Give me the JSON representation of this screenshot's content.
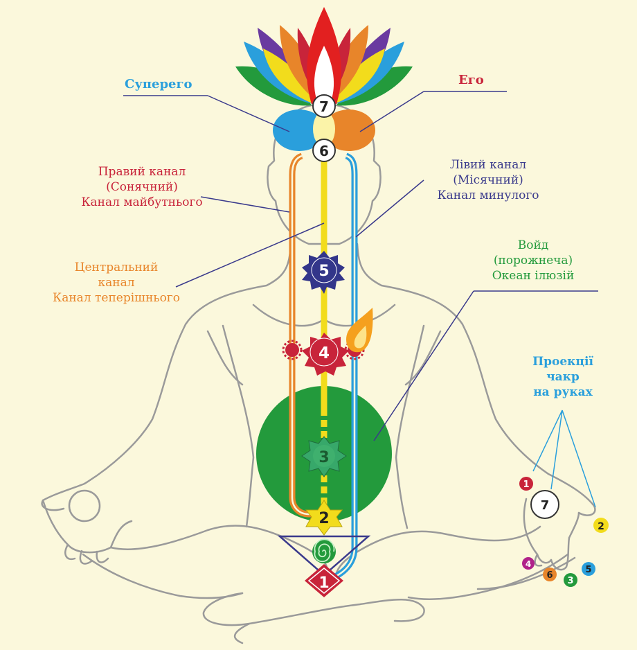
{
  "labels": {
    "superego": "Суперего",
    "ego": "Его",
    "right_channel": [
      "Правий канал",
      "(Сонячний)",
      "Канал майбутнього"
    ],
    "left_channel": [
      "Лівий канал",
      "(Місячний)",
      "Канал минулого"
    ],
    "central_channel": [
      "Центральний",
      "канал",
      "Канал теперішнього"
    ],
    "void": [
      "Войд",
      "(порожнеча)",
      "Океан ілюзій"
    ],
    "hand_projections": [
      "Проекції",
      "чакр",
      "на руках"
    ]
  },
  "chakras": {
    "c1": "1",
    "c2": "2",
    "c3": "3",
    "c4": "4",
    "c5": "5",
    "c6": "6",
    "c7": "7"
  },
  "hand_chakras": {
    "h1": "1",
    "h2": "2",
    "h3": "3",
    "h4": "4",
    "h5": "5",
    "h6": "6",
    "h7": "7"
  },
  "colors": {
    "background": "#fbf8dc",
    "right_channel": "#e8852a",
    "left_channel": "#2a9fdc",
    "central_channel": "#f2dc1c",
    "void": "#239a3c",
    "superego_text": "#2a9fdc",
    "ego_text": "#c8243a",
    "right_text": "#c8243a",
    "left_text": "#3a3a8c",
    "central_text": "#e8852a",
    "void_text": "#239a3c",
    "projection_text": "#2a9fdc"
  }
}
